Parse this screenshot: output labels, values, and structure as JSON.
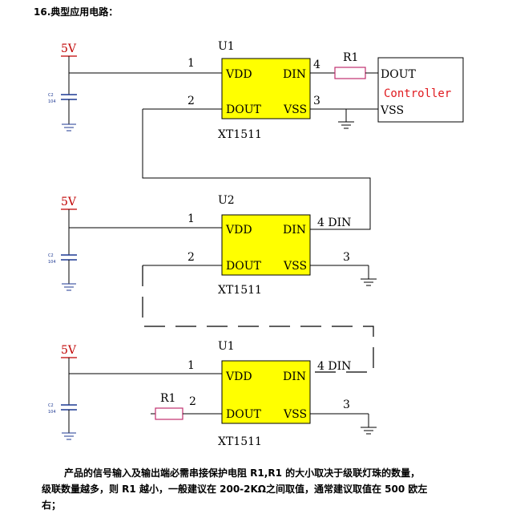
{
  "heading": "16.典型应用电路：",
  "colors": {
    "chip_fill": "#ffff00",
    "supply_text": "#c00000",
    "resistor": "#c0306e",
    "controller_text": "#e0191e",
    "capacitor_label": "#1f3a93",
    "wire": "#000000"
  },
  "stages": [
    {
      "ref": "U1",
      "part": "XT1511",
      "supply": "5V",
      "cap_label": [
        "C2",
        "104"
      ],
      "pins": {
        "vdd": "VDD",
        "din": "DIN",
        "dout": "DOUT",
        "vss": "VSS"
      },
      "pin_numbers": {
        "vdd": "1",
        "dout": "2",
        "vss": "3",
        "din": "4"
      },
      "input_resistor": "R1"
    },
    {
      "ref": "U2",
      "part": "XT1511",
      "supply": "5V",
      "cap_label": [
        "C2",
        "104"
      ],
      "pins": {
        "vdd": "VDD",
        "din": "DIN",
        "dout": "DOUT",
        "vss": "VSS"
      },
      "pin_numbers": {
        "vdd": "1",
        "dout": "2",
        "vss": "3",
        "din": "4 DIN"
      }
    },
    {
      "ref": "U1",
      "part": "XT1511",
      "supply": "5V",
      "cap_label": [
        "C2",
        "104"
      ],
      "pins": {
        "vdd": "VDD",
        "din": "DIN",
        "dout": "DOUT",
        "vss": "VSS"
      },
      "pin_numbers": {
        "vdd": "1",
        "dout": "2",
        "vss": "3",
        "din": "4 DIN"
      },
      "output_resistor": "R1"
    }
  ],
  "controller": {
    "title": "Controller",
    "dout": "DOUT",
    "vss": "VSS"
  },
  "description": {
    "line1": "产品的信号输入及输出端必需串接保护电阻 R1,R1 的大小取决于级联灯珠的数量，",
    "line2": "级联数量越多，则 R1 越小，一般建议在 200-2KΩ之间取值，通常建议取值在 500 欧左",
    "line3": "右；"
  }
}
